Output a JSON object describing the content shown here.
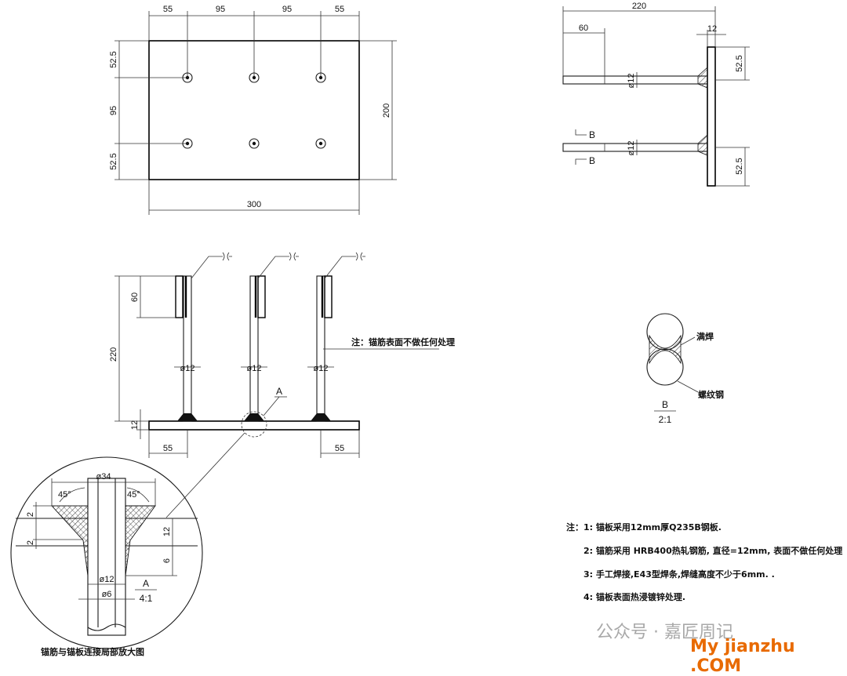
{
  "plan": {
    "dims_top": [
      "55",
      "95",
      "95",
      "55"
    ],
    "dims_left": [
      "52.5",
      "95",
      "52.5"
    ],
    "dim_right": "200",
    "dim_bottom": "300"
  },
  "side_view": {
    "dim_total": "220",
    "dim_inset": "60",
    "dim_plate": "12",
    "dims_right": [
      "52.5",
      "52.5"
    ],
    "rebar_labels": [
      "ø12",
      "ø12"
    ],
    "section_mark": "B"
  },
  "front_view": {
    "dim_weld": "60",
    "dim_height": "220",
    "dim_plate": "12",
    "dims_bottom": [
      "55",
      "55"
    ],
    "rebar_labels": [
      "ø12",
      "ø12",
      "ø12"
    ],
    "note_surface": "注：锚筋表面不做任何处理",
    "detail_mark": "A"
  },
  "section_b": {
    "label_weld": "满焊",
    "label_rebar": "螺纹钢",
    "title": "B",
    "scale": "2:1"
  },
  "detail_a": {
    "dim_dia_outer": "ø34",
    "angle_left": "45°",
    "angle_right": "45°",
    "dims_left": [
      "2",
      "2"
    ],
    "dims_right": [
      "12",
      "6"
    ],
    "dim_dia_mid": "ø12",
    "dim_dia_inner": "ø6",
    "title": "A",
    "scale": "4:1",
    "caption": "锚筋与锚板连接局部放大图"
  },
  "notes": {
    "prefix": "注：",
    "items": [
      "1:  锚板采用12mm厚Q235B钢板.",
      "2:  锚筋采用 HRB400热轧钢筋, 直径=12mm, 表面不做任何处理",
      "3:  手工焊接,E43型焊条,焊缝高度不少于6mm. .",
      "4:  锚板表面热浸镀锌处理."
    ]
  },
  "watermark": {
    "line1": "公众号 · 嘉匠周记",
    "line2": "My jianzhu .COM"
  }
}
